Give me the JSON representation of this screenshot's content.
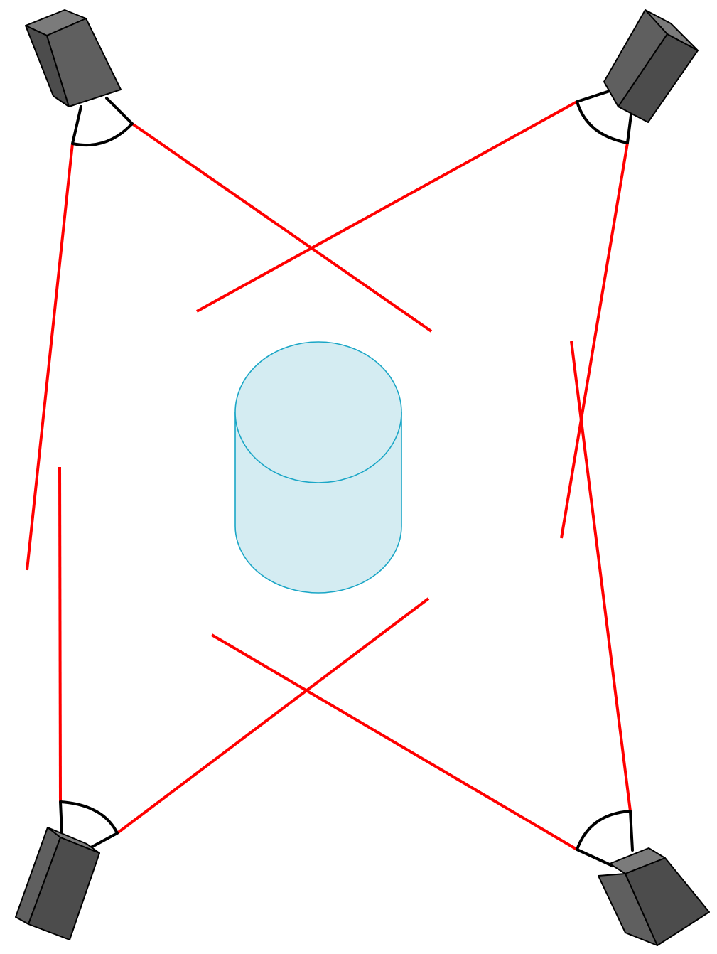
{
  "colors": {
    "camera_front": "#5f5f5f",
    "camera_side": "#4c4c4c",
    "camera_top": "#7b7b7b",
    "outline": "#000000",
    "ray": "#ff0000",
    "cylinder_fill": "#d4ecf2",
    "cylinder_stroke": "#1aa6c6",
    "background": "#ffffff"
  },
  "diagram": {
    "object": {
      "kind": "cylinder",
      "icon": "cylinder-icon"
    },
    "cameras": [
      {
        "id": "top-left",
        "icon": "camera-icon",
        "fov_rays": [
          "left",
          "right"
        ]
      },
      {
        "id": "top-right",
        "icon": "camera-icon",
        "fov_rays": [
          "left",
          "right"
        ]
      },
      {
        "id": "bottom-left",
        "icon": "camera-icon",
        "fov_rays": [
          "left",
          "right"
        ]
      },
      {
        "id": "bottom-right",
        "icon": "camera-icon",
        "fov_rays": [
          "left",
          "right"
        ]
      }
    ]
  }
}
